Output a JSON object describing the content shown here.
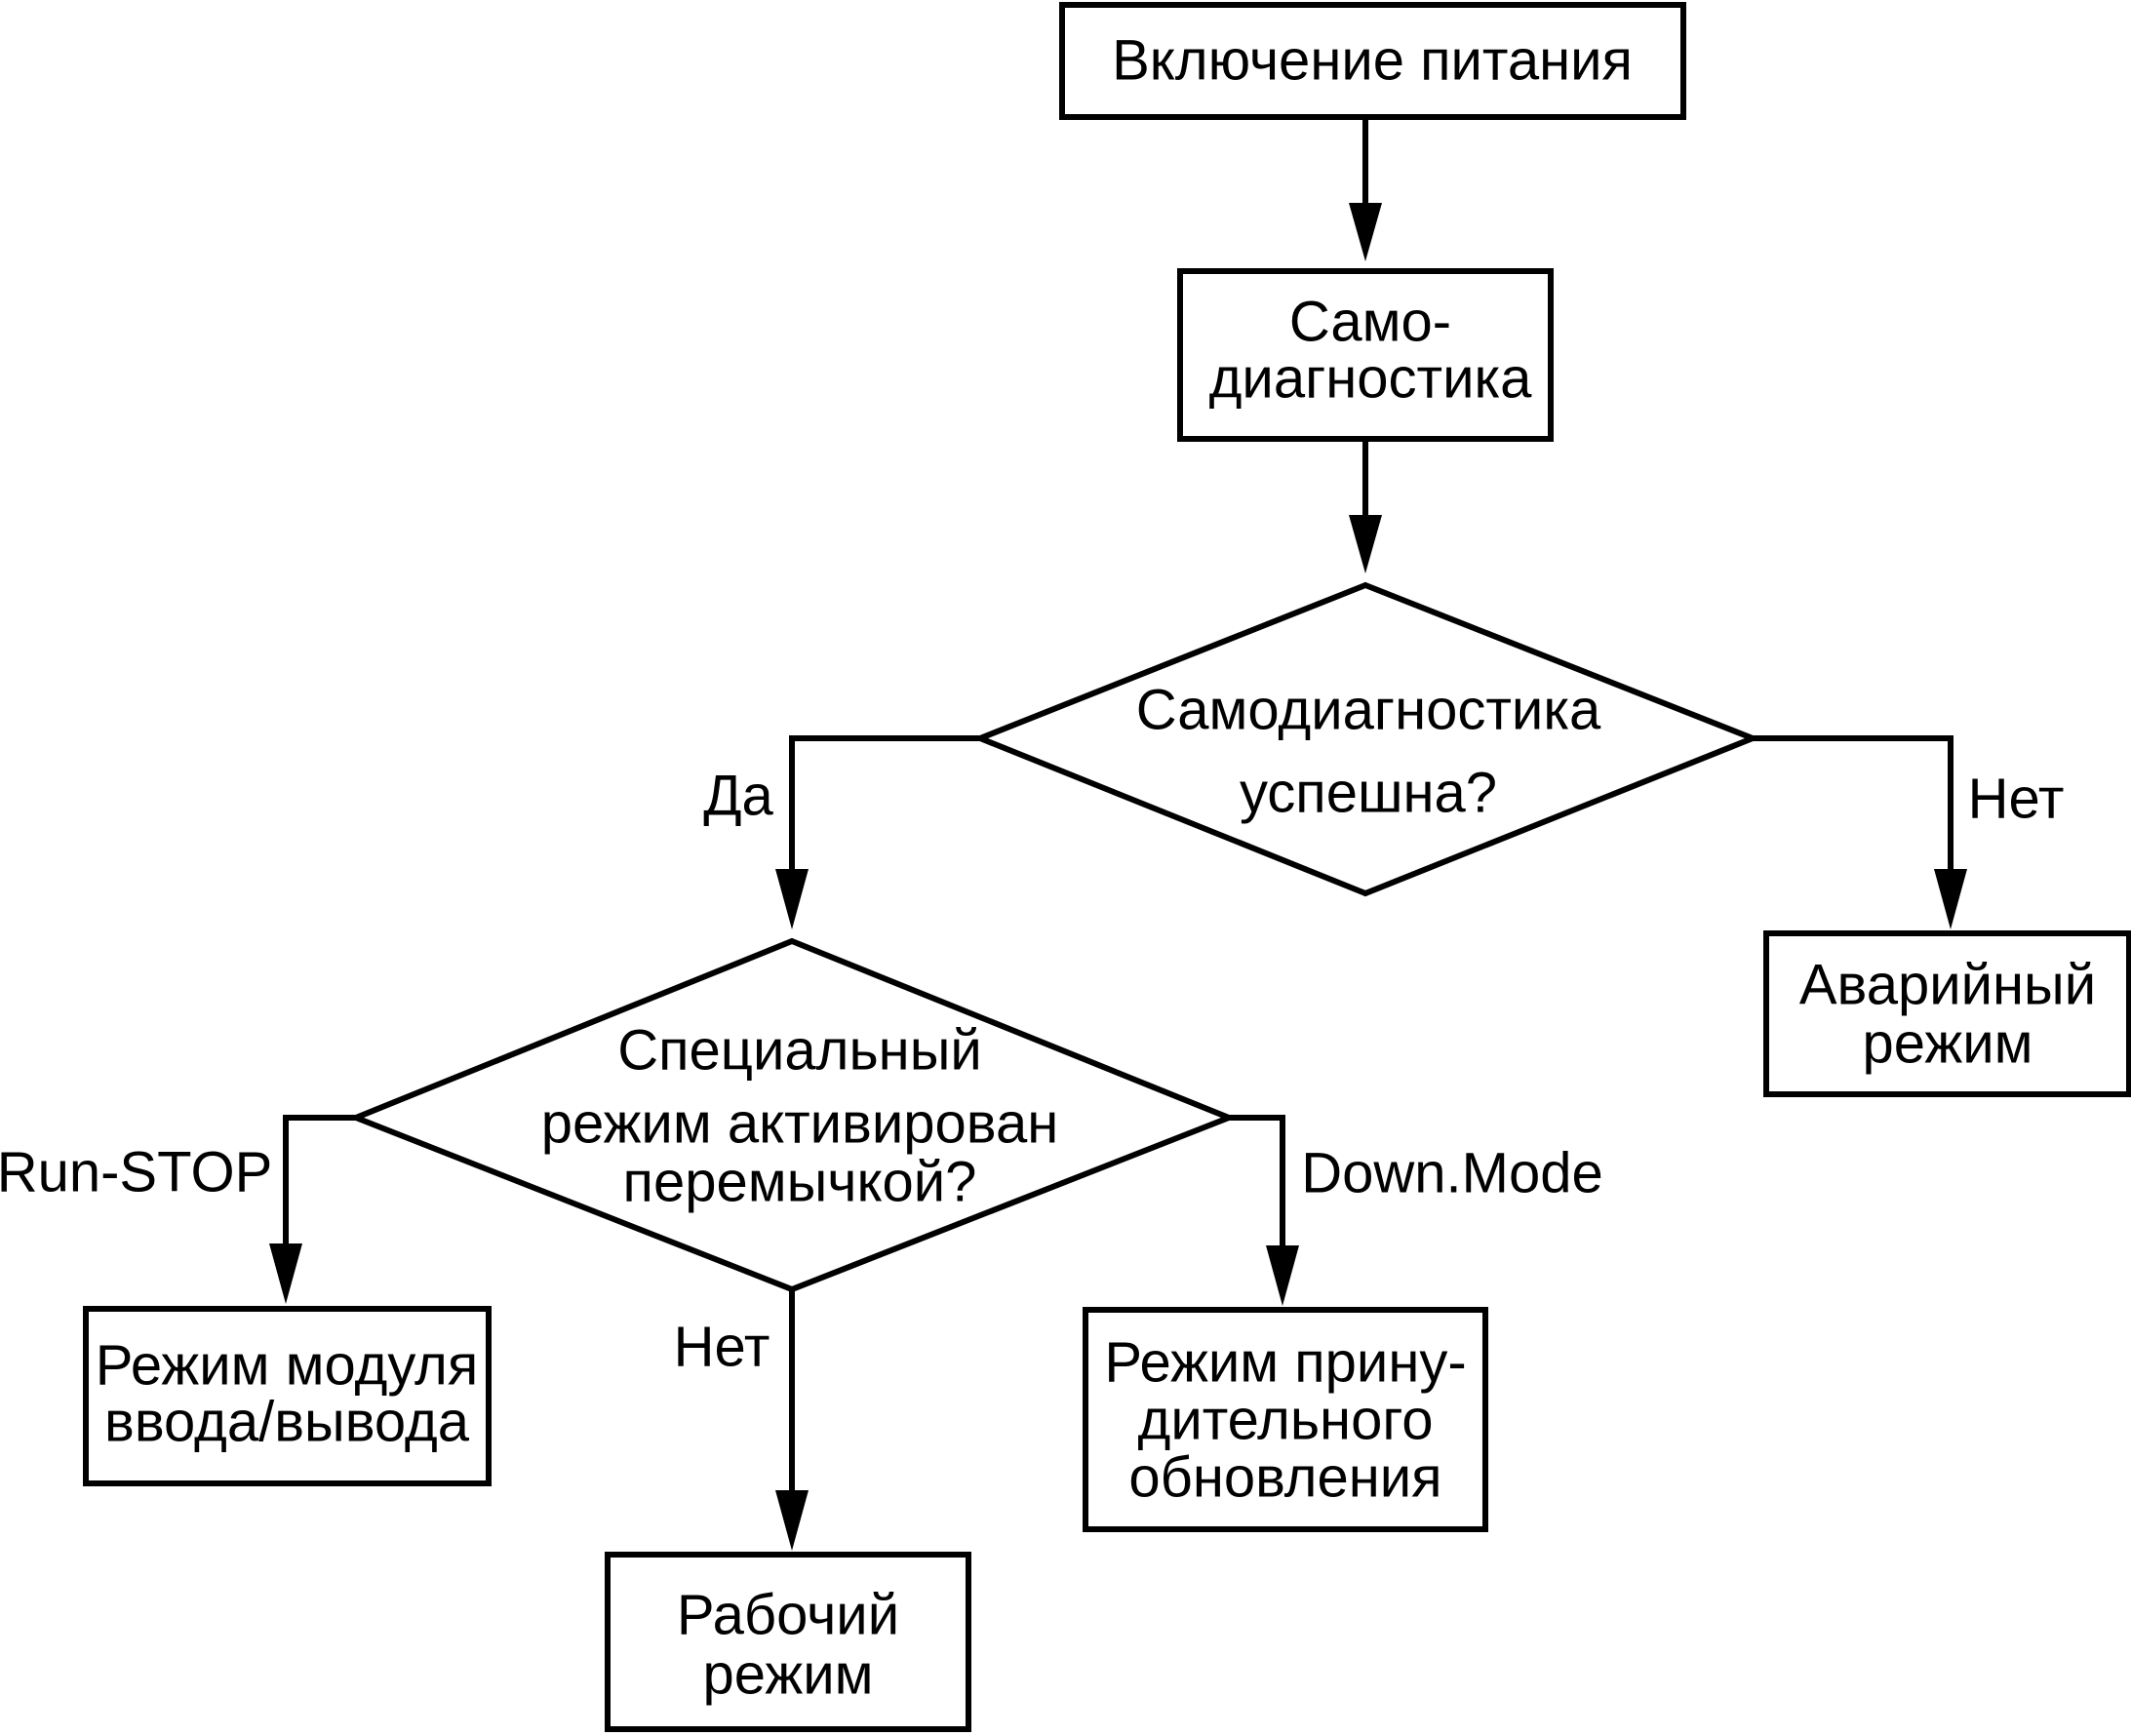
{
  "nodes": {
    "power_on": {
      "type": "process",
      "lines": [
        "Включение питания"
      ]
    },
    "self_diag": {
      "type": "process",
      "lines": [
        "Само-",
        "диагностика"
      ]
    },
    "diag_ok": {
      "type": "decision",
      "lines": [
        "Самодиагностика",
        "успешна?"
      ]
    },
    "special_mode": {
      "type": "decision",
      "lines": [
        "Специальный",
        "режим активирован",
        "перемычкой?"
      ]
    },
    "emergency_mode": {
      "type": "process",
      "lines": [
        "Аварийный",
        "режим"
      ]
    },
    "io_module_mode": {
      "type": "process",
      "lines": [
        "Режим модуля",
        "ввода/вывода"
      ]
    },
    "working_mode": {
      "type": "process",
      "lines": [
        "Рабочий",
        "режим"
      ]
    },
    "forced_update_mode": {
      "type": "process",
      "lines": [
        "Режим прину-",
        "дительного",
        "обновления"
      ]
    }
  },
  "edges": [
    {
      "from": "power_on",
      "to": "self_diag",
      "label": ""
    },
    {
      "from": "self_diag",
      "to": "diag_ok",
      "label": ""
    },
    {
      "from": "diag_ok",
      "to": "special_mode",
      "label": "Да"
    },
    {
      "from": "diag_ok",
      "to": "emergency_mode",
      "label": "Нет"
    },
    {
      "from": "special_mode",
      "to": "io_module_mode",
      "label": "Run-STOP"
    },
    {
      "from": "special_mode",
      "to": "working_mode",
      "label": "Нет"
    },
    {
      "from": "special_mode",
      "to": "forced_update_mode",
      "label": "Down.Mode"
    }
  ]
}
